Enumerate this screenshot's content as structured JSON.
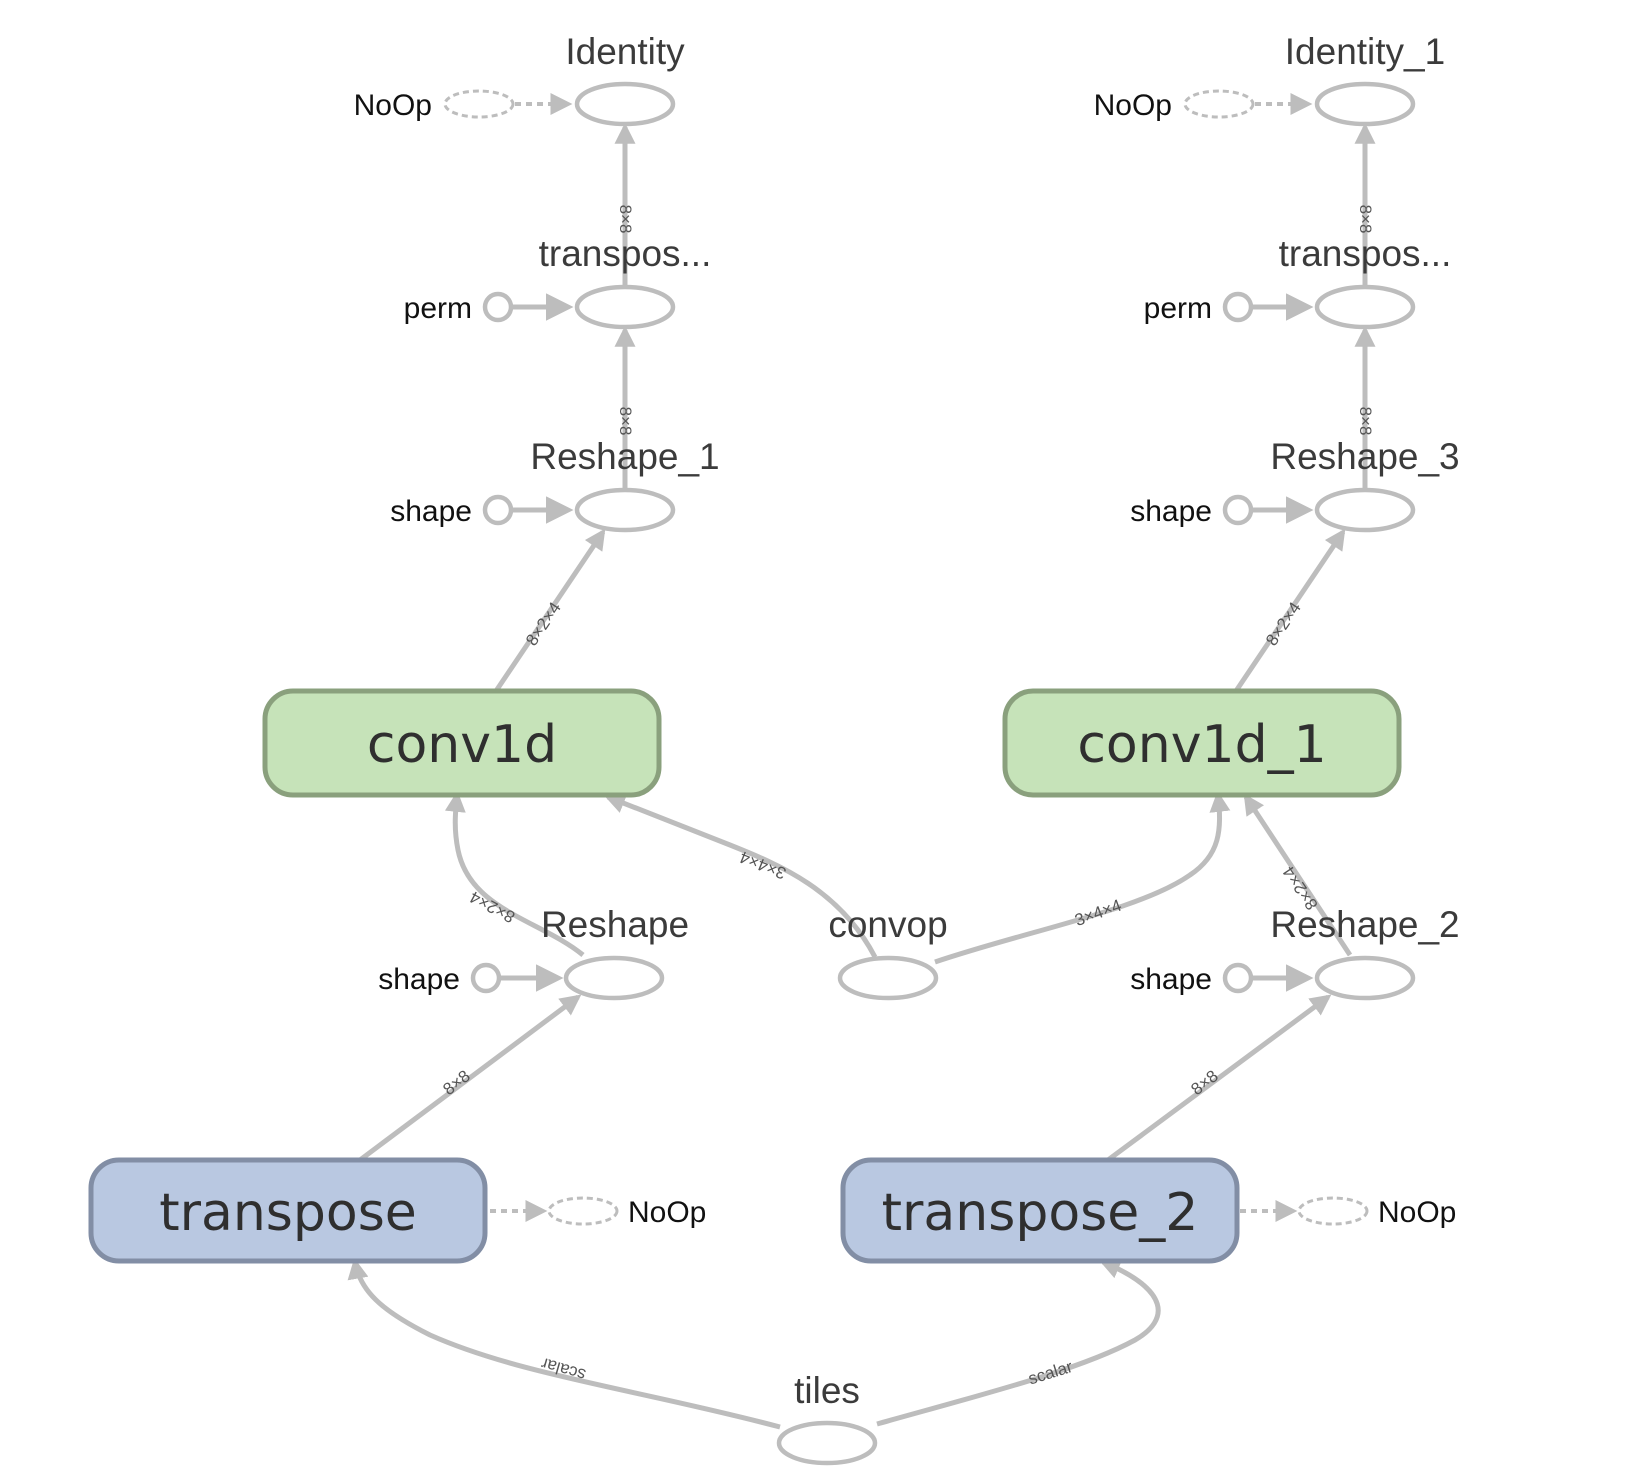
{
  "nodes": {
    "identity": "Identity",
    "identity_1": "Identity_1",
    "transpose_op_left": "transpos...",
    "transpose_op_right": "transpos...",
    "reshape_1": "Reshape_1",
    "reshape_3": "Reshape_3",
    "conv1d": "conv1d",
    "conv1d_1": "conv1d_1",
    "reshape": "Reshape",
    "reshape_2": "Reshape_2",
    "convop": "convop",
    "transpose": "transpose",
    "transpose_2": "transpose_2",
    "tiles": "tiles"
  },
  "side_inputs": {
    "noop": "NoOp",
    "perm": "perm",
    "shape": "shape"
  },
  "edge_labels": {
    "e8x8": "8×8",
    "e8x2x4": "8×2×4",
    "e3x4x4": "3×4×4",
    "scalar": "scalar"
  },
  "colors": {
    "edge": "#bdbdbd",
    "group_green_fill": "#c6e3b9",
    "group_blue_fill": "#b9c8e1"
  }
}
